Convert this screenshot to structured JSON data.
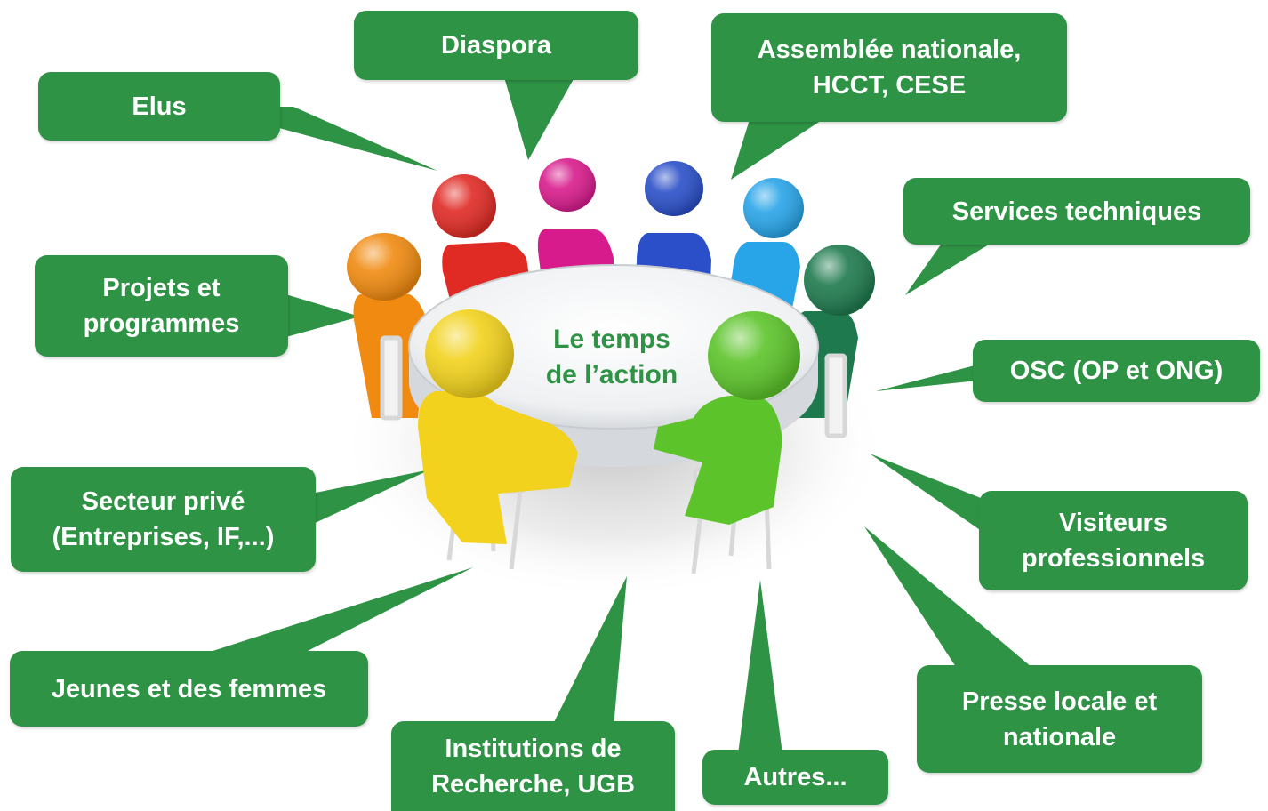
{
  "center": {
    "line1": "Le temps",
    "line2": "de l’action"
  },
  "stakeholders": {
    "elus": {
      "line1": "Elus"
    },
    "diaspora": {
      "line1": "Diaspora"
    },
    "assemblee": {
      "line1": "Assemblée nationale,",
      "line2": "HCCT, CESE"
    },
    "services": {
      "line1": "Services techniques"
    },
    "projets": {
      "line1": "Projets et",
      "line2": "programmes"
    },
    "osc": {
      "line1": "OSC (OP et ONG)"
    },
    "secteur_prive": {
      "line1": "Secteur privé",
      "line2": "(Entreprises, IF,...)"
    },
    "visiteurs": {
      "line1": "Visiteurs",
      "line2": "professionnels"
    },
    "jeunes_femmes": {
      "line1": "Jeunes et des femmes"
    },
    "presse": {
      "line1": "Presse locale et",
      "line2": "nationale"
    },
    "institutions": {
      "line1": "Institutions de",
      "line2": "Recherche, UGB"
    },
    "autres": {
      "line1": "Autres..."
    }
  },
  "colors": {
    "bubble": "#2f9346",
    "bubble_text": "#ffffff",
    "center_text": "#2f9346",
    "figures": [
      "#f08a10",
      "#e02a24",
      "#d81b8c",
      "#2a4fc8",
      "#28a4e8",
      "#1e7a4e",
      "#f2d21c",
      "#5cc42a"
    ]
  }
}
